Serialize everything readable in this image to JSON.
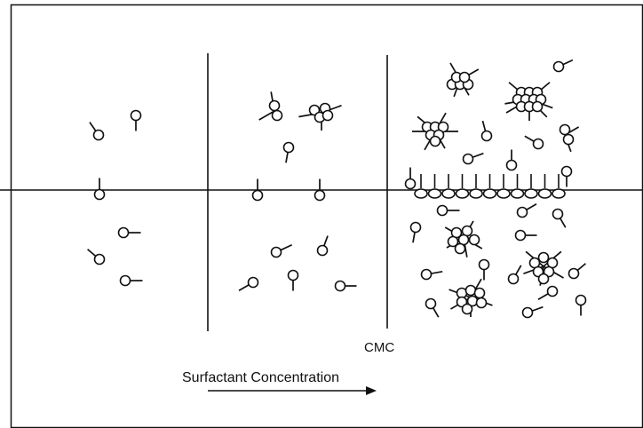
{
  "diagram": {
    "cmc_label": "CMC",
    "axis_label": "Surfactant Concentration",
    "colors": {
      "ink": "#111111",
      "background": "#ffffff"
    },
    "regions": [
      {
        "name": "low-concentration"
      },
      {
        "name": "intermediate-concentration"
      },
      {
        "name": "above-cmc"
      }
    ]
  }
}
